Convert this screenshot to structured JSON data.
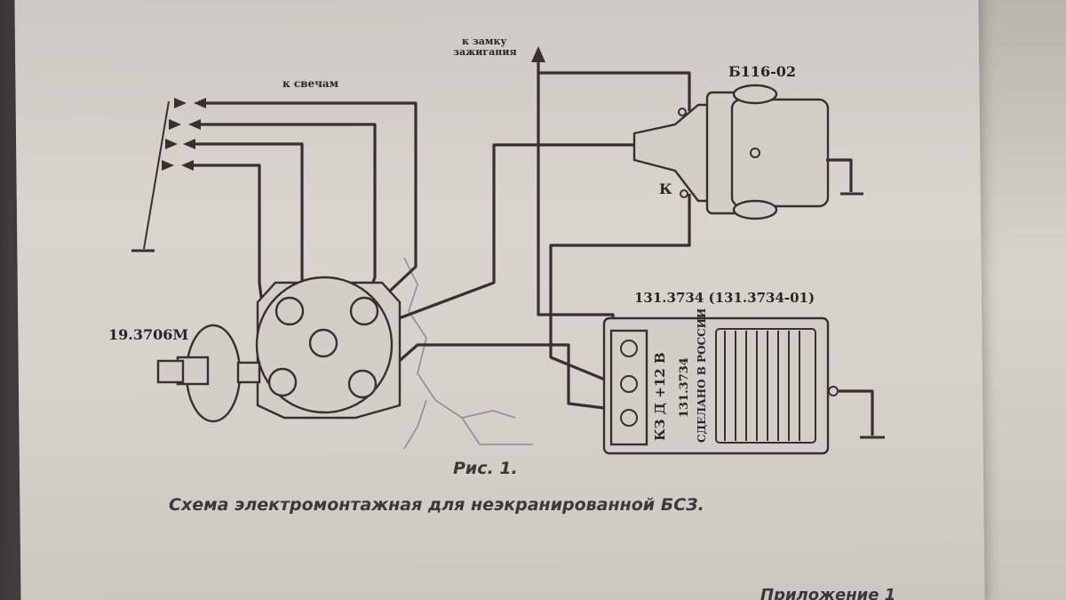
{
  "labels": {
    "to_plugs": "к свечам",
    "to_ignition_lock_line1": "к замку",
    "to_ignition_lock_line2": "зажигания",
    "coil_model": "Б116-02",
    "coil_terminal_k": "К",
    "distributor_model": "19.3706М",
    "switch_model": "131.3734 (131.3734-01)",
    "switch_terminals": "КЗ  Д  +12 В",
    "switch_part_number": "131.3734",
    "switch_made_in": "СДЕЛАНО В РОССИИ"
  },
  "caption": {
    "figure": "Рис. 1.",
    "title": "Схема электромонтажная для неэкранированной БСЗ."
  },
  "footer": {
    "appendix": "Приложение 1"
  }
}
